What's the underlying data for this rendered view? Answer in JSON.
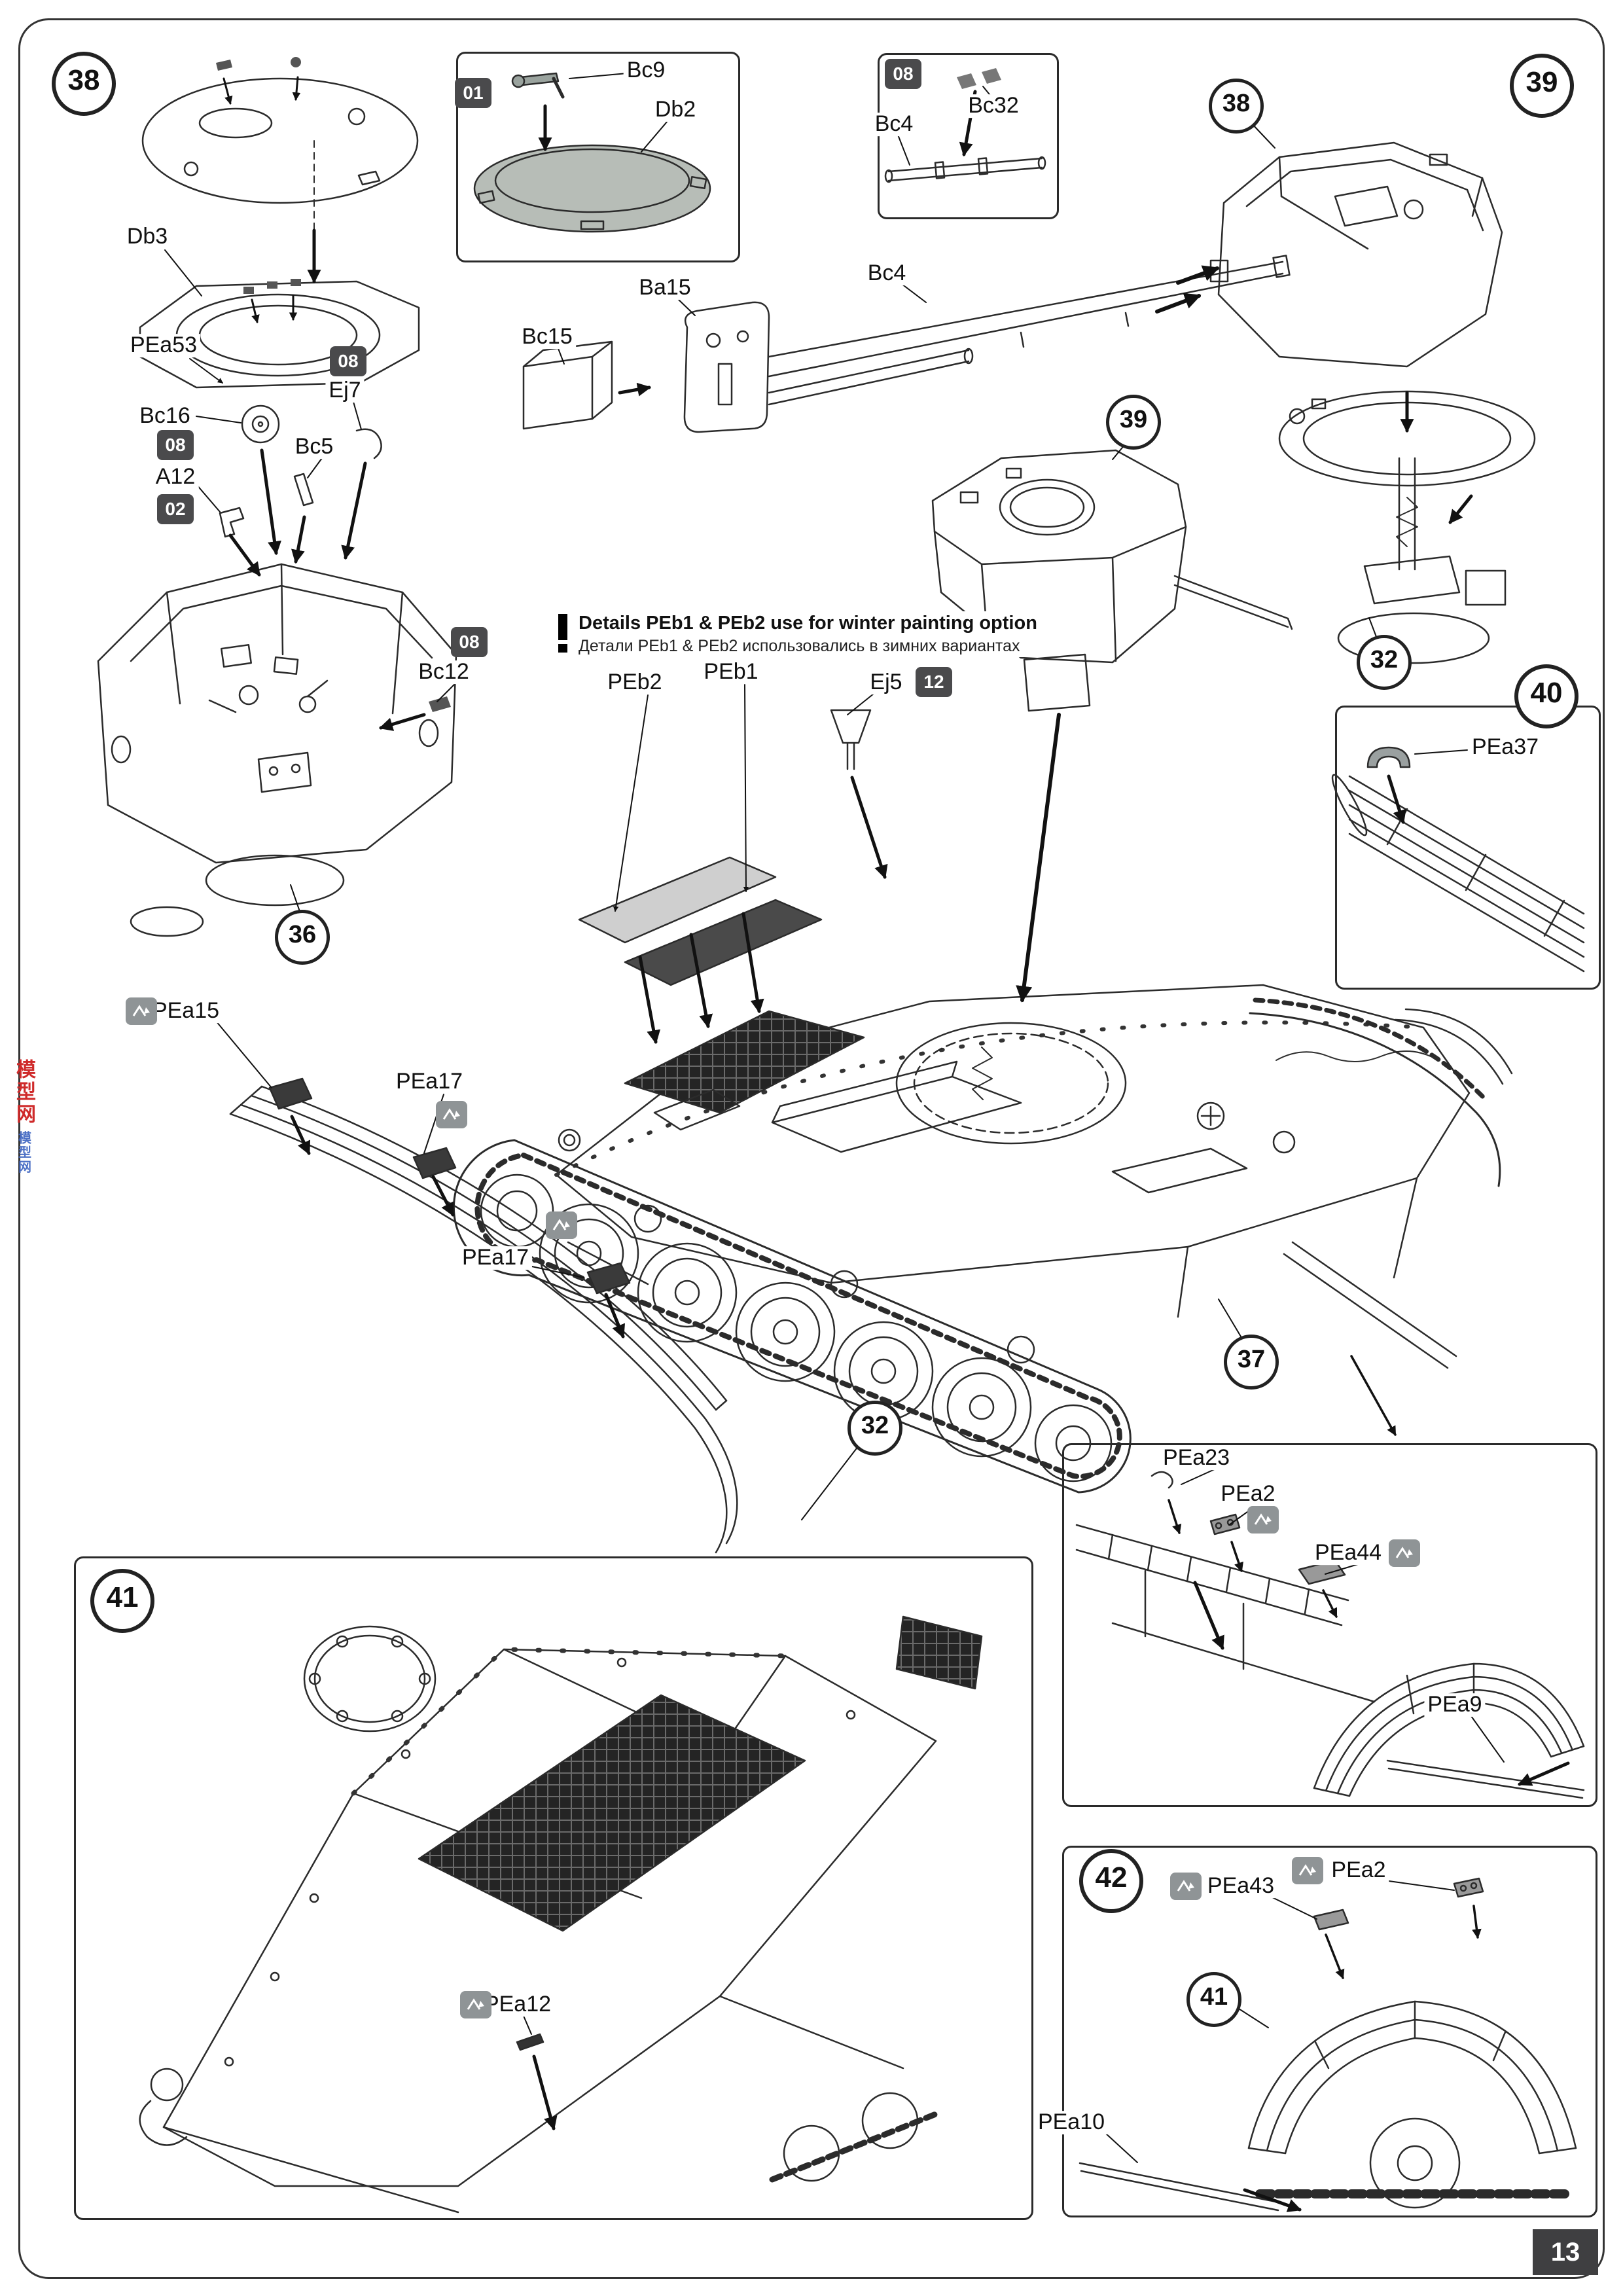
{
  "document": {
    "type": "Model kit assembly instructions page",
    "page_number": "13"
  },
  "steps": {
    "s38": "38",
    "s39": "39",
    "s40": "40",
    "s41": "41",
    "s42": "42"
  },
  "callouts": {
    "c36": "36",
    "c37": "37",
    "c38": "38",
    "c39": "39",
    "c32_turret": "32",
    "c32_fender": "32",
    "c41": "41"
  },
  "badges": {
    "b01": "01",
    "b02": "02",
    "b12": "12",
    "b08_top": "08",
    "b08_ej7": "08",
    "b08_bc16": "08",
    "b08_bc12": "08"
  },
  "labels": {
    "db3": "Db3",
    "pea53": "PEa53",
    "bc16": "Bc16",
    "ej7": "Ej7",
    "bc5": "Bc5",
    "a12": "A12",
    "bc12": "Bc12",
    "bc9": "Bc9",
    "db2": "Db2",
    "bc15": "Bc15",
    "ba15": "Ba15",
    "bc4_box": "Bc4",
    "bc32": "Bc32",
    "bc4_gun": "Bc4",
    "peb2": "PEb2",
    "peb1": "PEb1",
    "ej5": "Ej5",
    "pea37": "PEa37",
    "pea15": "PEa15",
    "pea17_front": "PEa17",
    "pea17_rear": "PEa17",
    "pea23": "PEa23",
    "pea2_fender": "PEa2",
    "pea44": "PEa44",
    "pea9": "PEa9",
    "pea43": "PEa43",
    "pea2_rear": "PEa2",
    "pea12": "PEa12",
    "pea10": "PEa10"
  },
  "warning": {
    "line1_en": "Details PEb1 & PEb2 use for winter painting option",
    "line2_ru": "Детали PEb1 & PEb2 использовались в зимних вариантах"
  },
  "watermark": {
    "text": "模型网"
  },
  "colors": {
    "line": "#2b2b2b",
    "badge": "#4a4a4c",
    "pe_icon": "#8f9496",
    "accent_red": "#cf2a2a"
  }
}
